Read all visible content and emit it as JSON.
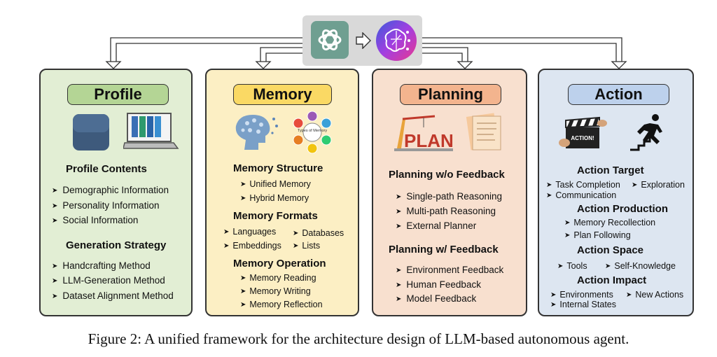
{
  "panels": {
    "profile": {
      "title": "Profile",
      "sections": [
        {
          "heading": "Profile Contents",
          "items": [
            "Demographic Information",
            "Personality Information",
            "Social Information"
          ]
        },
        {
          "heading": "Generation Strategy",
          "items": [
            "Handcrafting Method",
            "LLM-Generation Method",
            "Dataset  Alignment Method"
          ]
        }
      ]
    },
    "memory": {
      "title": "Memory",
      "image_label": "Types of Memory",
      "sections": [
        {
          "heading": "Memory Structure",
          "items": [
            "Unified Memory",
            "Hybrid Memory"
          ]
        },
        {
          "heading": "Memory Formats",
          "items": [
            "Languages",
            "Databases",
            "Embeddings",
            "Lists"
          ]
        },
        {
          "heading": "Memory Operation",
          "items": [
            "Memory Reading",
            "Memory Writing",
            "Memory Reflection"
          ]
        }
      ]
    },
    "planning": {
      "title": "Planning",
      "image_label": "PLAN",
      "sections": [
        {
          "heading": "Planning w/o Feedback",
          "items": [
            "Single-path Reasoning",
            "Multi-path Reasoning",
            "External Planner"
          ]
        },
        {
          "heading": "Planning w/ Feedback",
          "items": [
            "Environment Feedback",
            "Human Feedback",
            "Model Feedback"
          ]
        }
      ]
    },
    "action": {
      "title": "Action",
      "image_label": "ACTION!",
      "sections": [
        {
          "heading": "Action Target",
          "items": [
            "Task Completion",
            "Exploration",
            "Communication"
          ]
        },
        {
          "heading": "Action Production",
          "items": [
            "Memory Recollection",
            "Plan Following"
          ]
        },
        {
          "heading": "Action Space",
          "items": [
            "Tools",
            "Self-Knowledge"
          ]
        },
        {
          "heading": "Action Impact",
          "items": [
            "Environments",
            "New Actions",
            "Internal States"
          ]
        }
      ]
    }
  },
  "caption": "Figure 2: A unified framework for the architecture design of LLM-based autonomous agent.",
  "colors": {
    "profile_bg": "#e2eed4",
    "profile_pill": "#b4d595",
    "memory_bg": "#fcefc4",
    "memory_pill": "#fad964",
    "planning_bg": "#f8e0cf",
    "planning_pill": "#f3b48e",
    "action_bg": "#dde6f1",
    "action_pill": "#bdd1ec",
    "openai_icon": "#4f8f7e"
  },
  "icons": [
    "openai-logo-icon",
    "right-arrow-icon",
    "brain-ai-icon"
  ]
}
